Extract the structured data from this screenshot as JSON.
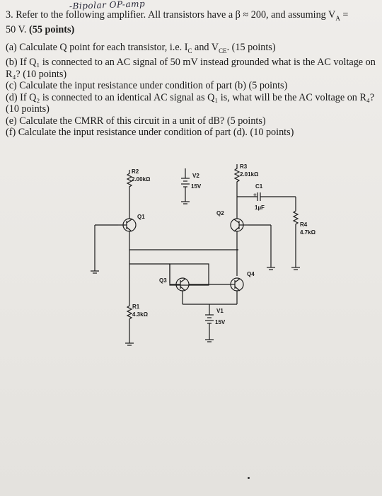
{
  "handwritten_note": "-Bipolar OP-amp",
  "problem": {
    "intro_line1": "3. Refer to the following amplifier. All transistors have a β ≈ 200, and assuming V",
    "intro_sub": "A",
    "intro_line1_end": " =",
    "intro_line2": "50 V. ",
    "intro_points": "(55 points)",
    "parts": [
      "(a) Calculate Q point for each transistor, i.e. I",
      "(b) If Q₁ is connected to an AC signal of 50 mV instead grounded what is the AC voltage on R₄? (10 points)",
      "(c) Calculate the input resistance under condition of part (b) (5 points)",
      "(d) If Q₂ is connected to an identical AC signal as Q₁ is, what will be the AC voltage on R₄? (10 points)",
      "(e) Calculate the CMRR of this circuit in a unit of dB? (5 points)",
      "(f) Calculate the input resistance under condition of part (d). (10 points)"
    ],
    "part_a_ic_sub": "C",
    "part_a_mid": " and V",
    "part_a_vce_sub": "CE",
    "part_a_end": ". (15 points)"
  },
  "circuit": {
    "labels": {
      "r2_name": "R2",
      "r2_value": "2.00kΩ",
      "v2_name": "V2",
      "v2_value": "15V",
      "r3_name": "R3",
      "r3_value": "2.01kΩ",
      "c1_name": "C1",
      "c1_value": "1µF",
      "c1_plus": "+",
      "q1": "Q1",
      "q2": "Q2",
      "r4_name": "R4",
      "r4_value": "4.7kΩ",
      "q3": "Q3",
      "q4": "Q4",
      "r1_name": "R1",
      "r1_value": "4.3kΩ",
      "v1_name": "V1",
      "v1_value": "15V"
    }
  },
  "colors": {
    "paper": "#eceae6",
    "ink": "#1a1a1a",
    "handwriting": "#2a2a3a"
  }
}
